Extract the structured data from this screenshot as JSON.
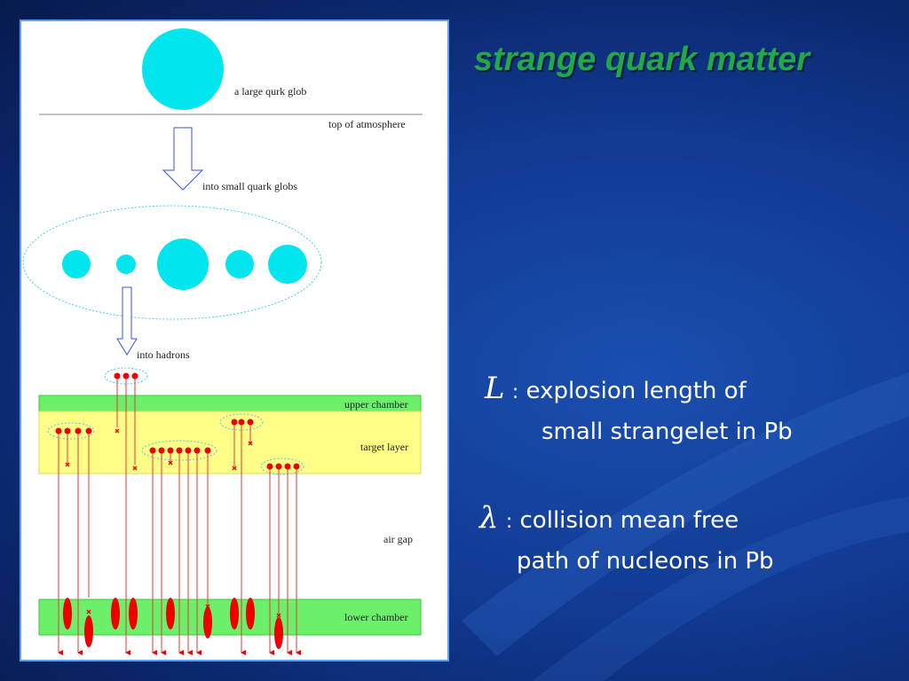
{
  "slide": {
    "title": "strange quark matter"
  },
  "diagram": {
    "labels": {
      "large_glob": "a large qurk glob",
      "top_atmosphere": "top of atmosphere",
      "small_globs": "into small quark globs",
      "hadrons": "into hadrons",
      "upper_chamber": "upper chamber",
      "target_layer": "target layer",
      "air_gap": "air gap",
      "lower_chamber": "lower chamber"
    },
    "colors": {
      "glob": "#00e5ee",
      "chamber": "#6cf06c",
      "target": "#ffff88",
      "particle": "#ee0000",
      "arrow": "#3355dd"
    }
  },
  "definitions": [
    {
      "symbol": "L",
      "colon": ":",
      "line1": "explosion length of",
      "line2": "small strangelet in Pb"
    },
    {
      "symbol": "λ",
      "colon": ":",
      "line1": "collision mean free",
      "line2": "path of nucleons in Pb"
    }
  ]
}
